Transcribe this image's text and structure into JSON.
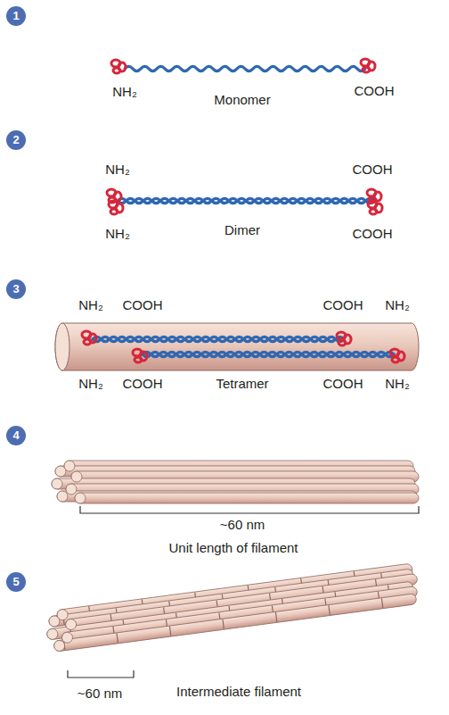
{
  "diagram": {
    "labels": [
      "1",
      "NH₂",
      "Monomer",
      "COOH",
      "2",
      "NH₂",
      "COOH",
      "Dimer",
      "NH₂",
      "COOH",
      "3",
      "NH₂",
      "COOH",
      "COOH",
      "NH₂",
      "NH₂",
      "COOH",
      "Tetramer",
      "COOH",
      "NH₂",
      "4",
      "~60 nm",
      "Unit length of filament",
      "5",
      "~60 nm",
      "Intermediate filament"
    ]
  }
}
